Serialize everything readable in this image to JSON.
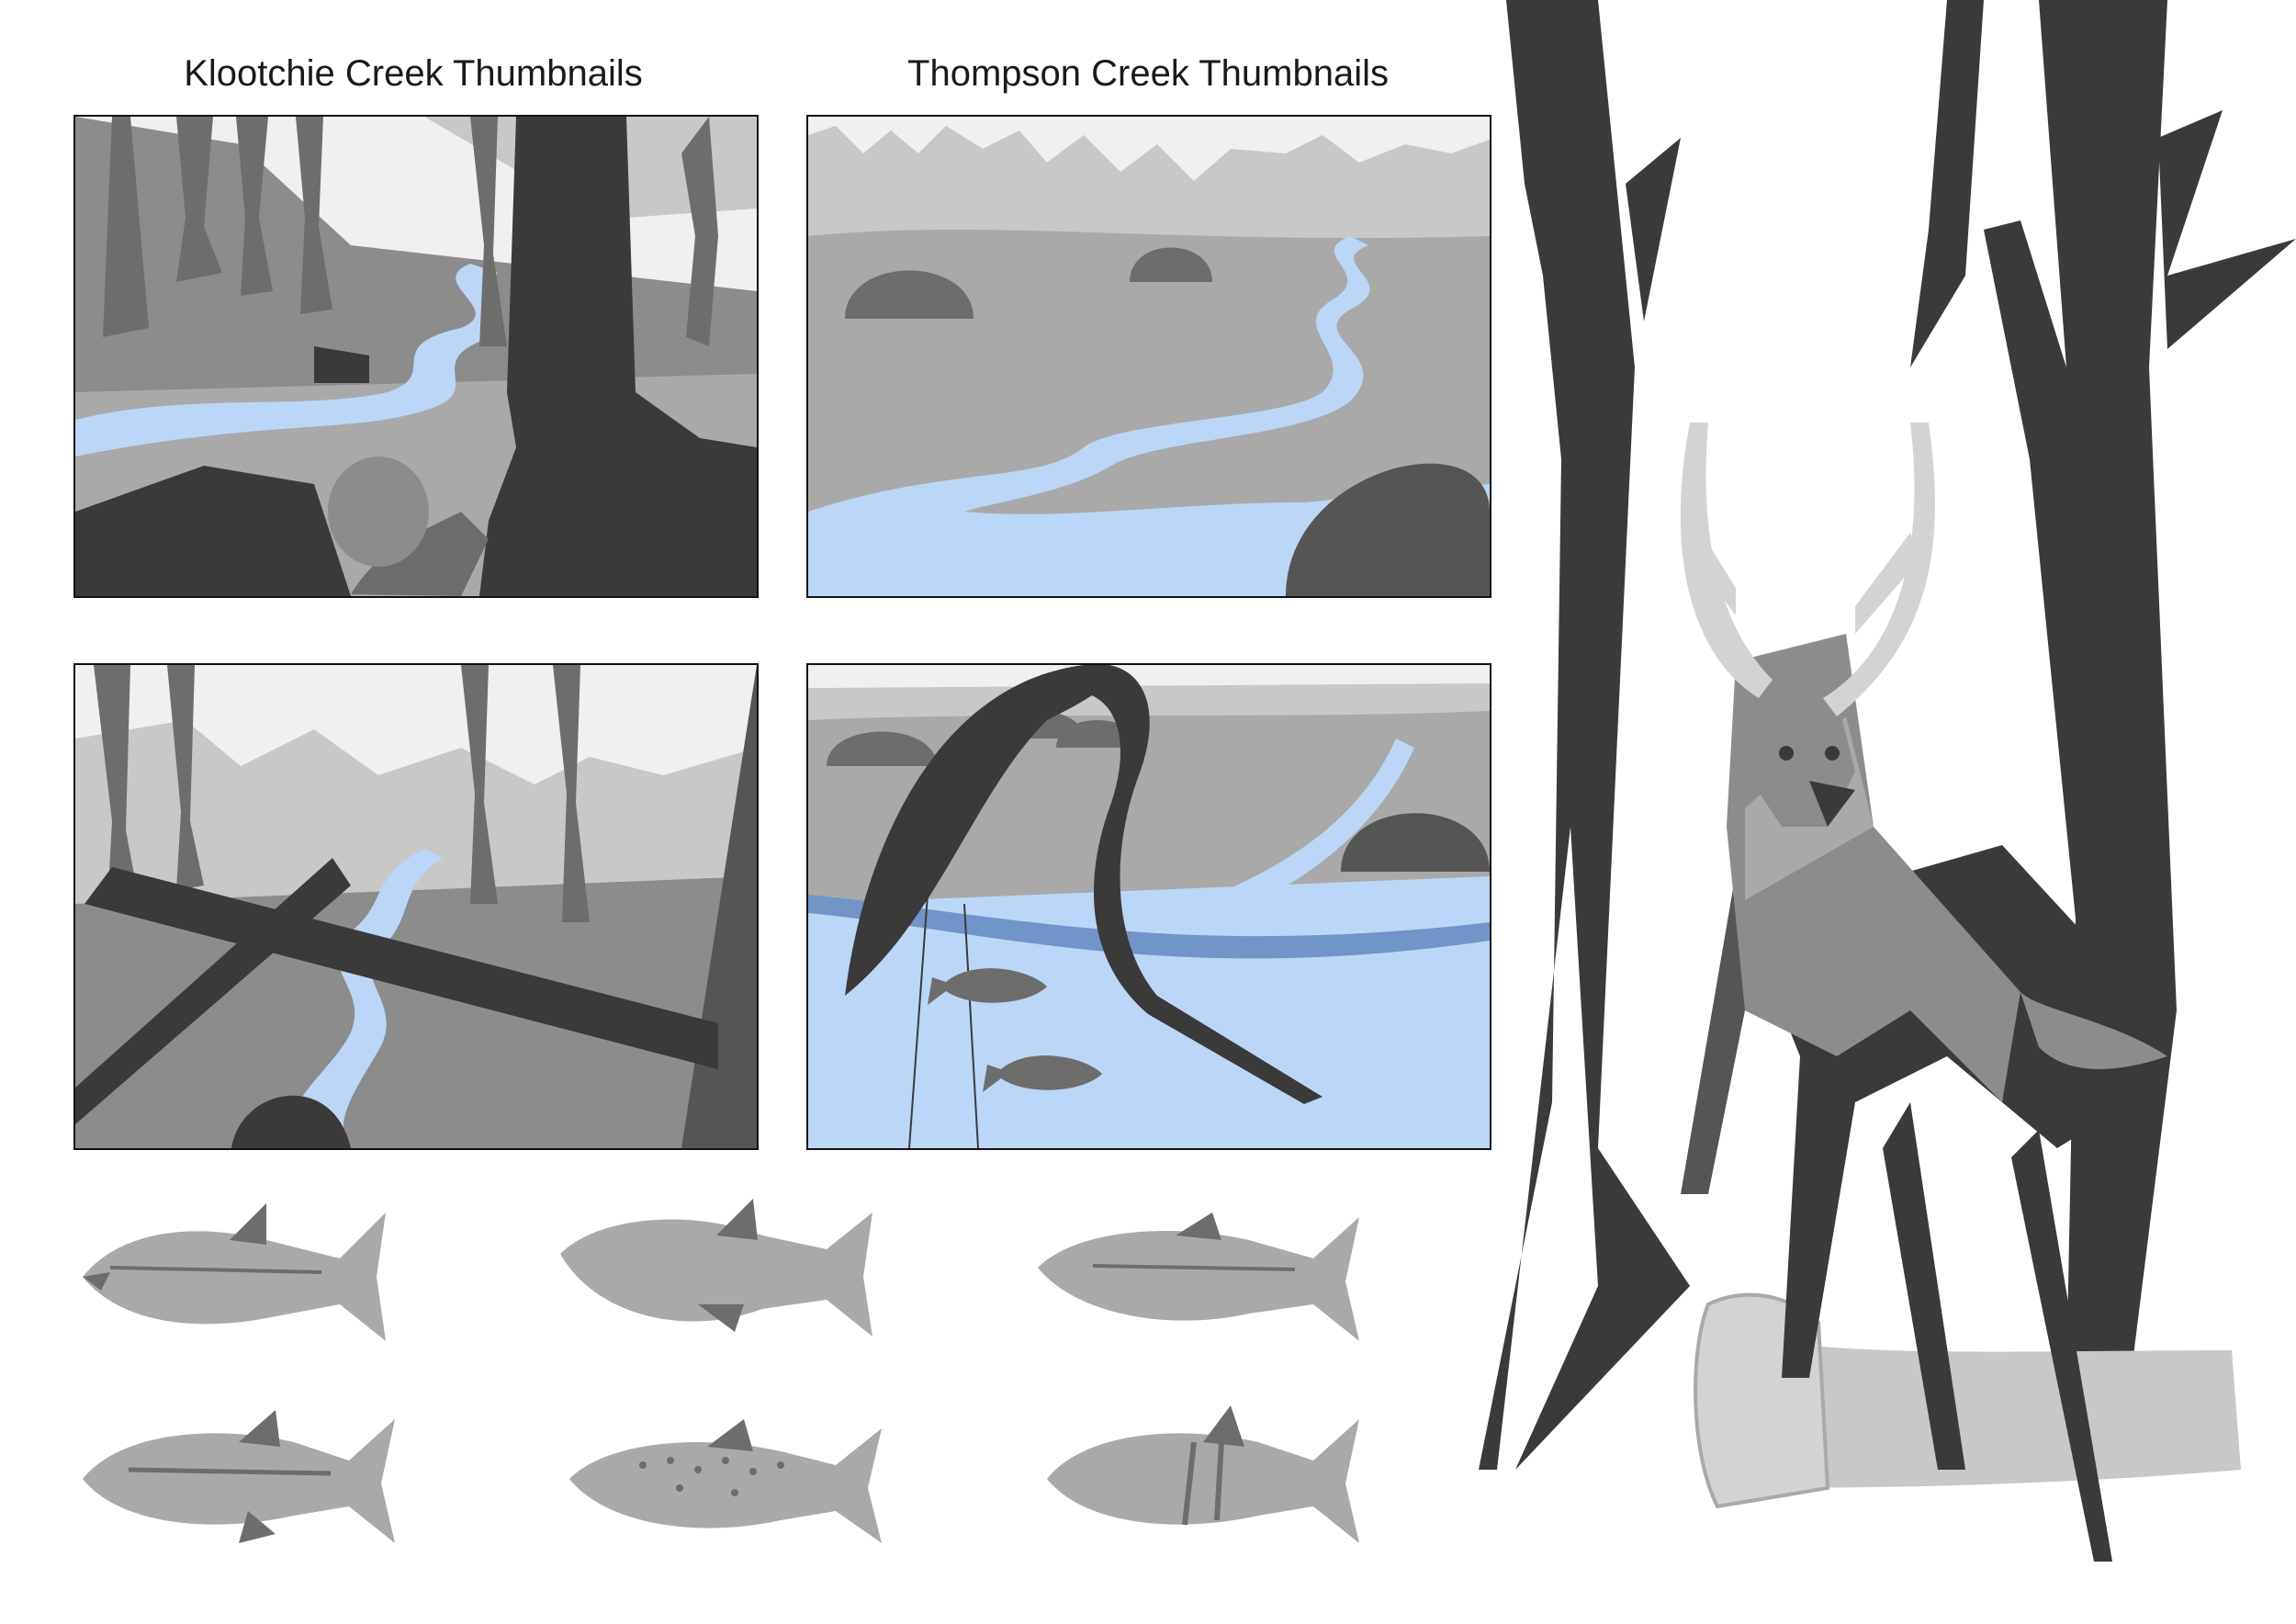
{
  "headings": {
    "klootchie": "Klootchie Creek Thumbnails",
    "thompson": "Thompson Creek Thumbnails"
  },
  "colors": {
    "water": "#bcd6f7",
    "water_deep": "#7195c8",
    "dark": "#3a3a3a",
    "mid": "#6d6d6d",
    "light": "#a9a9a9",
    "pale": "#c8c8c8",
    "antler": "#d3d3d3"
  },
  "panels": [
    {
      "id": "klootchie-1",
      "subject": "forest creek with large tree trunk and roots"
    },
    {
      "id": "thompson-1",
      "subject": "meadow creek with round shrubs"
    },
    {
      "id": "klootchie-2",
      "subject": "fallen logs across forest creek"
    },
    {
      "id": "thompson-2",
      "subject": "heron fishing in creek"
    }
  ],
  "fish_count": 6,
  "illustration": {
    "subject": "elk standing between two trees behind a log",
    "icon": "elk-icon"
  }
}
